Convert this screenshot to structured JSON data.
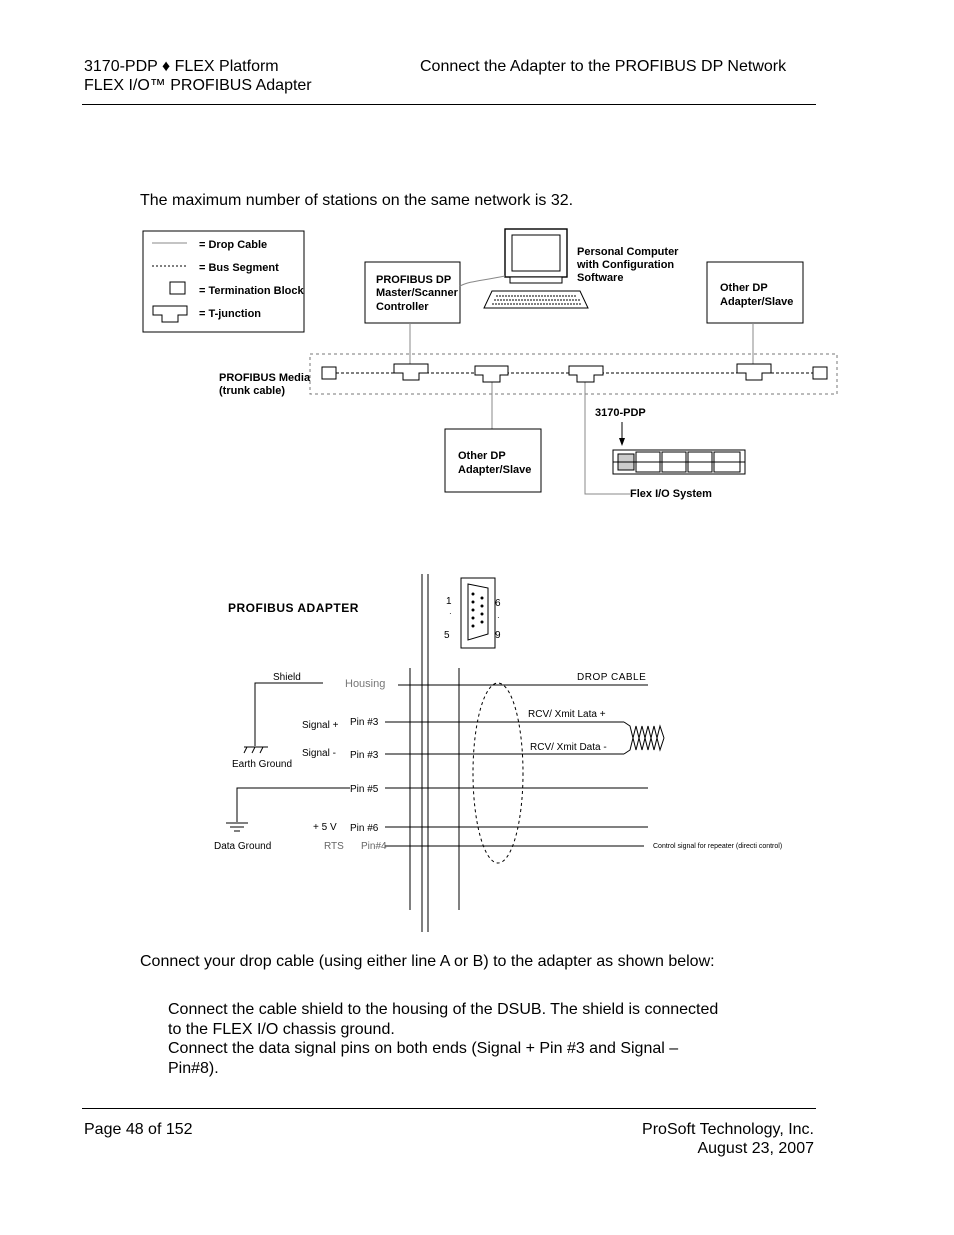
{
  "header": {
    "left_line1": "3170-PDP ♦ FLEX Platform",
    "left_line2": "FLEX I/O™ PROFIBUS Adapter",
    "right": "Connect the Adapter to the PROFIBUS DP Network"
  },
  "intro": "The maximum number of stations on the same network is 32.",
  "network_diagram": {
    "legend": {
      "drop_cable": "= Drop Cable",
      "bus_segment": "= Bus Segment",
      "termination_block": "= Termination Block",
      "t_junction": "= T-junction"
    },
    "master": [
      "PROFIBUS DP",
      "Master/Scanner",
      "Controller"
    ],
    "pc": [
      "Personal Computer",
      "with Configuration",
      "Software"
    ],
    "other_right": [
      "Other DP",
      "Adapter/Slave"
    ],
    "other_bottom": [
      "Other DP",
      "Adapter/Slave"
    ],
    "media": [
      "PROFIBUS Media",
      "(trunk cable)"
    ],
    "device": "3170-PDP",
    "flex_system": "Flex I/O System"
  },
  "wiring_diagram": {
    "title": "PROFIBUS ADAPTER",
    "connector_nums": [
      "1",
      "5",
      "6",
      "9"
    ],
    "shield": "Shield",
    "housing": "Housing",
    "drop_cable": "DROP CABLE",
    "signal_plus": "Signal +",
    "signal_minus": "Signal -",
    "pin3a": "Pin #3",
    "pin3b": "Pin #3",
    "pin5": "Pin #5",
    "pin6": "Pin #6",
    "pin4": "Pin#4",
    "plus5v": "+ 5 V",
    "rts": "RTS",
    "earth_ground": "Earth Ground",
    "data_ground": "Data Ground",
    "rcv_plus": "RCV/ Xmit Lata +",
    "rcv_minus": "RCV/ Xmit Data -",
    "control": "Control signal for repeater (directi control)"
  },
  "instructions": {
    "intro": "Connect your drop cable (using either line A or B) to the adapter as shown below:",
    "step1": "Connect the cable shield to the housing of the DSUB. The shield is connected to the FLEX I/O chassis ground.",
    "step2": "Connect the data signal pins on both ends (Signal + Pin #3 and Signal – Pin#8)."
  },
  "footer": {
    "page": "Page 48 of 152",
    "company": "ProSoft Technology, Inc.",
    "date": "August 23, 2007"
  }
}
